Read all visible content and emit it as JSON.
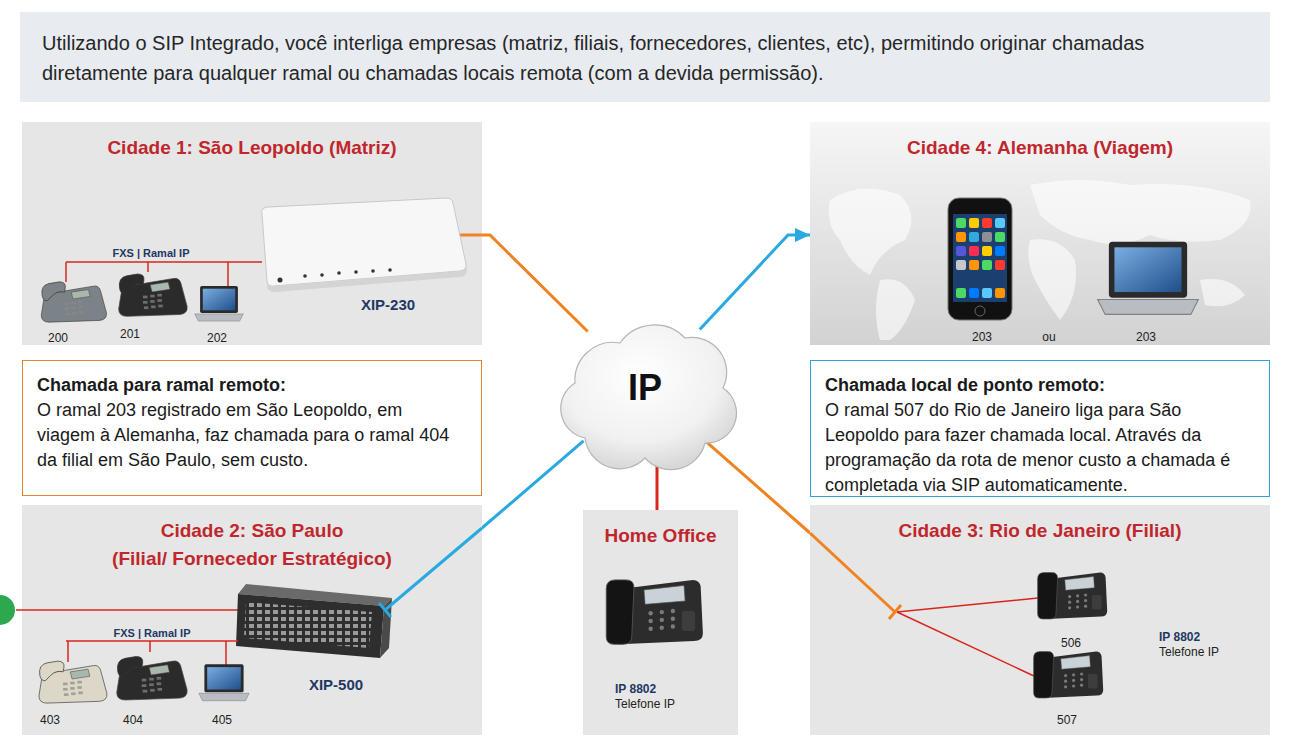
{
  "diagram": {
    "nodes": [
      {
        "text": [
          "Utilizando o SIP Integrado, você interliga empresas (matriz, filiais, fornecedores, clientes, etc), permitindo originar chamadas diretamente para qualquer ramal ou chamadas locais remota (com a devida permissão)."
        ]
      },
      {
        "text": [
          "Cidade 1: São Leopoldo (Matriz)"
        ]
      },
      {
        "text": [
          "Cidade 4: Alemanha (Viagem)"
        ]
      },
      {
        "text": [
          "IP"
        ]
      },
      {
        "text": [
          "Chamada para ramal remoto:",
          "O ramal 203 registrado em São Leopoldo, em viagem à Alemanha, faz chamada para o ramal 404 da filial em São Paulo, sem custo."
        ]
      },
      {
        "text": [
          "Chamada local de ponto remoto:",
          "O ramal 507 do Rio de Janeiro liga para São Leopoldo para fazer chamada local. Através da programação da rota de menor custo a chamada é completada via SIP automaticamente."
        ]
      },
      {
        "text": [
          "Cidade 2: São Paulo",
          "(Filial/ Fornecedor Estratégico)"
        ]
      },
      {
        "text": [
          "Home Office"
        ]
      },
      {
        "text": [
          "Cidade 3: Rio de Janeiro (Filial)"
        ]
      }
    ],
    "edges": [
      {
        "from": 3,
        "to": 1,
        "arrow": "none"
      },
      {
        "from": 3,
        "to": 2,
        "arrow": "to"
      },
      {
        "from": 3,
        "to": 6,
        "arrow": "none"
      },
      {
        "from": 3,
        "to": 7,
        "arrow": "none"
      },
      {
        "from": 3,
        "to": 8,
        "arrow": "none"
      }
    ],
    "labels": [
      "FXS | Ramal IP",
      "200",
      "201",
      "202",
      "XIP-230",
      "203",
      "ou",
      "203",
      "FXS | Ramal IP",
      "403",
      "404",
      "405",
      "XIP-500",
      "IP 8802",
      "Telefone IP",
      "506",
      "507",
      "IP 8802",
      "Telefone IP"
    ]
  }
}
